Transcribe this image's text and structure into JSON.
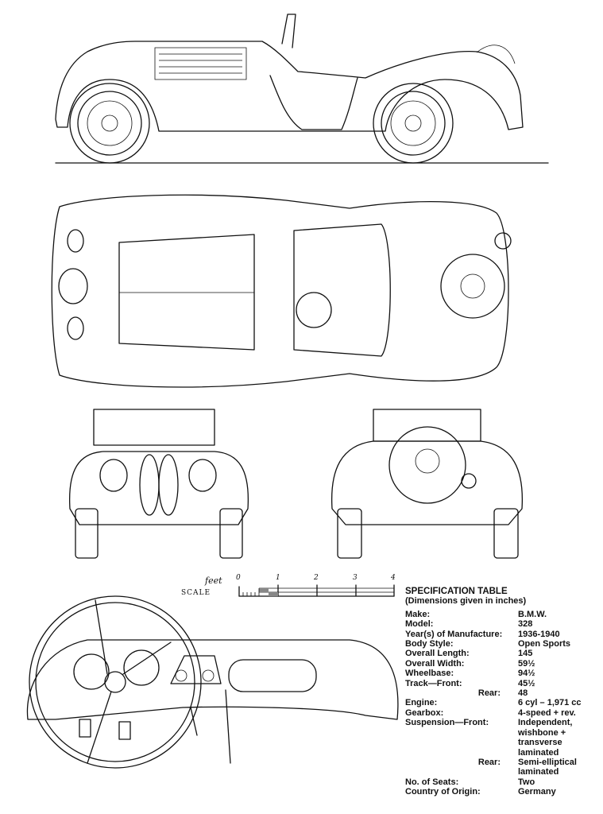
{
  "scale": {
    "unit": "feet",
    "label": "SCALE",
    "ticks": [
      "0",
      "1",
      "2",
      "3",
      "4"
    ]
  },
  "spec_table": {
    "title": "SPECIFICATION TABLE",
    "subtitle": "(Dimensions given in inches)",
    "rows": [
      {
        "label": "Make:",
        "value": "B.M.W."
      },
      {
        "label": "Model:",
        "value": "328"
      },
      {
        "label": "Year(s) of Manufacture:",
        "value": "1936-1940"
      },
      {
        "label": "Body Style:",
        "value": "Open Sports"
      },
      {
        "label": "Overall Length:",
        "value": "145"
      },
      {
        "label": "Overall Width:",
        "value": "59½"
      },
      {
        "label": "Wheelbase:",
        "value": "94½"
      },
      {
        "label": "Track—Front:",
        "value": "45½"
      },
      {
        "label": "Rear:",
        "value": "48"
      },
      {
        "label": "Engine:",
        "value": "6 cyl – 1,971 cc"
      },
      {
        "label": "Gearbox:",
        "value": "4-speed + rev."
      },
      {
        "label": "Suspension—Front:",
        "value": "Independent,"
      },
      {
        "label": "",
        "value": "wishbone +"
      },
      {
        "label": "",
        "value": "transverse"
      },
      {
        "label": "",
        "value": "laminated"
      },
      {
        "label": "Rear:",
        "value": "Semi-elliptical"
      },
      {
        "label": "",
        "value": "laminated"
      },
      {
        "label": "No. of Seats:",
        "value": "Two"
      },
      {
        "label": "Country of Origin:",
        "value": "Germany"
      }
    ]
  }
}
